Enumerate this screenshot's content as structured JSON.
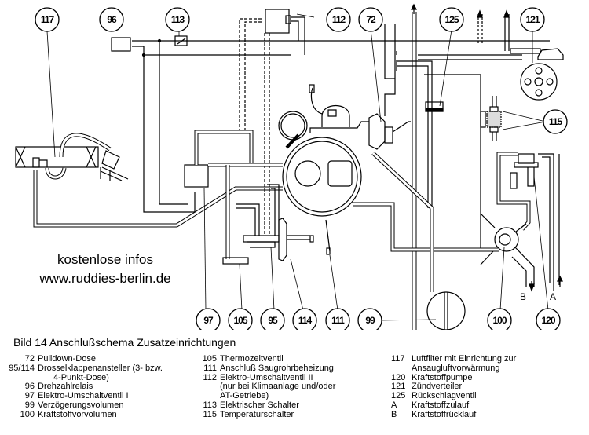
{
  "diagram": {
    "title": "Bild 14 Anschlußschema Zusatzeinrichtungen",
    "watermark": {
      "line1": "kostenlose infos",
      "line2": "www.ruddies-berlin.de"
    },
    "callouts": [
      {
        "id": "117",
        "label": "117"
      },
      {
        "id": "96",
        "label": "96"
      },
      {
        "id": "113",
        "label": "113"
      },
      {
        "id": "112",
        "label": "112"
      },
      {
        "id": "72",
        "label": "72"
      },
      {
        "id": "125",
        "label": "125"
      },
      {
        "id": "121",
        "label": "121"
      },
      {
        "id": "115",
        "label": "115"
      },
      {
        "id": "97",
        "label": "97"
      },
      {
        "id": "105",
        "label": "105"
      },
      {
        "id": "95",
        "label": "95"
      },
      {
        "id": "114",
        "label": "114"
      },
      {
        "id": "111",
        "label": "111"
      },
      {
        "id": "99",
        "label": "99"
      },
      {
        "id": "100",
        "label": "100"
      },
      {
        "id": "120",
        "label": "120"
      }
    ],
    "flow_labels": {
      "A": "A",
      "B": "B"
    }
  },
  "legend": {
    "col1": [
      {
        "num": "72",
        "label": "Pulldown-Dose"
      },
      {
        "num": "95/114",
        "label": "Drosselklappenansteller (3- bzw."
      },
      {
        "num": "",
        "label": "4-Punkt-Dose)"
      },
      {
        "num": "96",
        "label": "Drehzahlrelais"
      },
      {
        "num": "97",
        "label": "Elektro-Umschaltventil I"
      },
      {
        "num": "99",
        "label": "Verzögerungsvolumen"
      },
      {
        "num": "100",
        "label": "Kraftstoffvorvolumen"
      }
    ],
    "col2": [
      {
        "num": "105",
        "label": "Thermozeitventil"
      },
      {
        "num": "111",
        "label": "Anschluß Saugrohrbeheizung"
      },
      {
        "num": "112",
        "label": "Elektro-Umschaltventil II"
      },
      {
        "num": "",
        "label": "(nur bei Klimaanlage und/oder"
      },
      {
        "num": "",
        "label": "AT-Getriebe)"
      },
      {
        "num": "113",
        "label": "Elektrischer Schalter"
      },
      {
        "num": "115",
        "label": "Temperaturschalter"
      }
    ],
    "col3": [
      {
        "num": "117",
        "label": "Luftfilter mit Einrichtung zur"
      },
      {
        "num": "",
        "label": "Ansaugluftvorwärmung"
      },
      {
        "num": "120",
        "label": "Kraftstoffpumpe"
      },
      {
        "num": "121",
        "label": "Zündverteiler"
      },
      {
        "num": "125",
        "label": "Rückschlagventil"
      },
      {
        "num": "A",
        "label": "Kraftstoffzulauf"
      },
      {
        "num": "B",
        "label": "Kraftstoffrücklauf"
      }
    ]
  }
}
